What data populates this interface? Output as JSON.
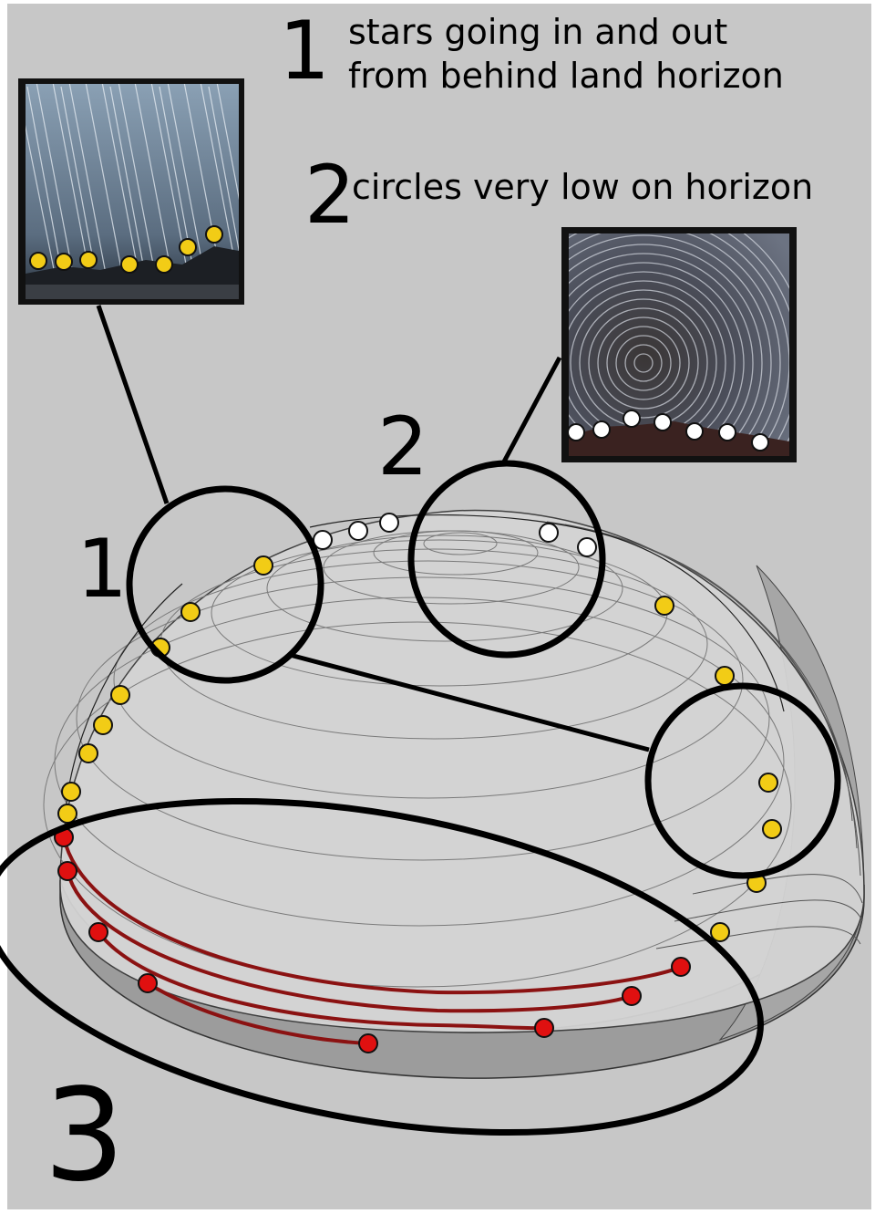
{
  "labels": {
    "num1_top": "1",
    "text1_line1": "stars going in and out",
    "text1_line2": "from behind land horizon",
    "num2_top": "2",
    "text2": "circles very low on horizon",
    "num1_dome": "1",
    "num2_dome": "2",
    "num3": "3"
  },
  "colors": {
    "background": "#c7c7c7",
    "dome_fill": "#d2d2d2",
    "dome_band": "#9a9a9a",
    "yellow_star": "#f2cc16",
    "white_star": "#ffffff",
    "red_star": "#e01010",
    "red_track": "#8b1212",
    "outline": "#000000"
  },
  "icons": {
    "inset_1": "star-trails-photo-icon",
    "inset_2": "circumpolar-star-trails-photo-icon"
  }
}
